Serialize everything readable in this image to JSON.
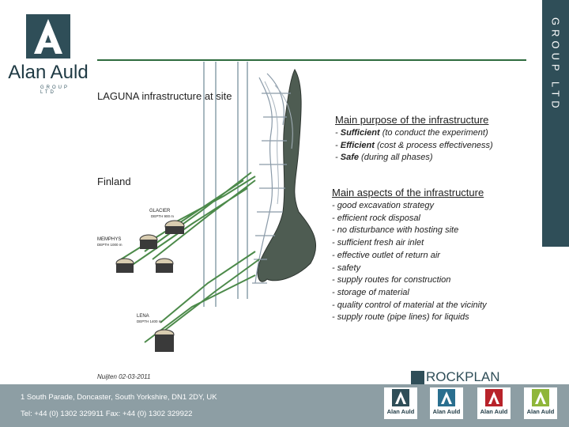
{
  "brand": {
    "name": "Alan Auld",
    "sub": "GROUP LTD",
    "side_band": "GROUP LTD",
    "color_dark": "#2f4e58",
    "color_green": "#2e6b3e"
  },
  "slide": {
    "title": "LAGUNA infrastructure at site",
    "country": "Finland",
    "diagram_labels": {
      "glacier": "GLACIER",
      "glacier_depth": "DEPTH 900 m",
      "memphys": "MEMPHYS",
      "memphys_depth": "DEPTH 1000 m",
      "lena": "LENA",
      "lena_depth": "DEPTH 1400 m"
    },
    "purpose": {
      "title": "Main purpose of the infrastructure",
      "items": [
        {
          "bold": "Sufficient",
          "rest": " (to conduct the experiment)"
        },
        {
          "bold": "Efficient",
          "rest": " (cost & process effectiveness)"
        },
        {
          "bold": "Safe",
          "rest": " (during all phases)"
        }
      ]
    },
    "aspects": {
      "title": "Main aspects of the infrastructure",
      "items": [
        "- good excavation strategy",
        "- efficient rock disposal",
        "- no disturbance with hosting site",
        "- sufficient fresh air inlet",
        "- effective outlet of return air",
        "- safety",
        "- supply routes for construction",
        "- storage of material",
        "- quality control of material at the vicinity",
        "- supply route (pipe lines) for liquids"
      ]
    },
    "date_note": "Nuijten 02-03-2011",
    "partner_logo": "ROCKPLAN"
  },
  "footer": {
    "address": "1 South Parade, Doncaster, South Yorkshire, DN1 2DY, UK",
    "tel": "Tel: +44 (0) 1302 329911  Fax: +44 (0) 1302 329922",
    "logos": [
      {
        "name": "Alan Auld",
        "color": "#2f4e58"
      },
      {
        "name": "Alan Auld",
        "color": "#2a6f8f"
      },
      {
        "name": "Alan Auld",
        "color": "#b8232a"
      },
      {
        "name": "Alan Auld",
        "color": "#8fb63a"
      }
    ]
  }
}
